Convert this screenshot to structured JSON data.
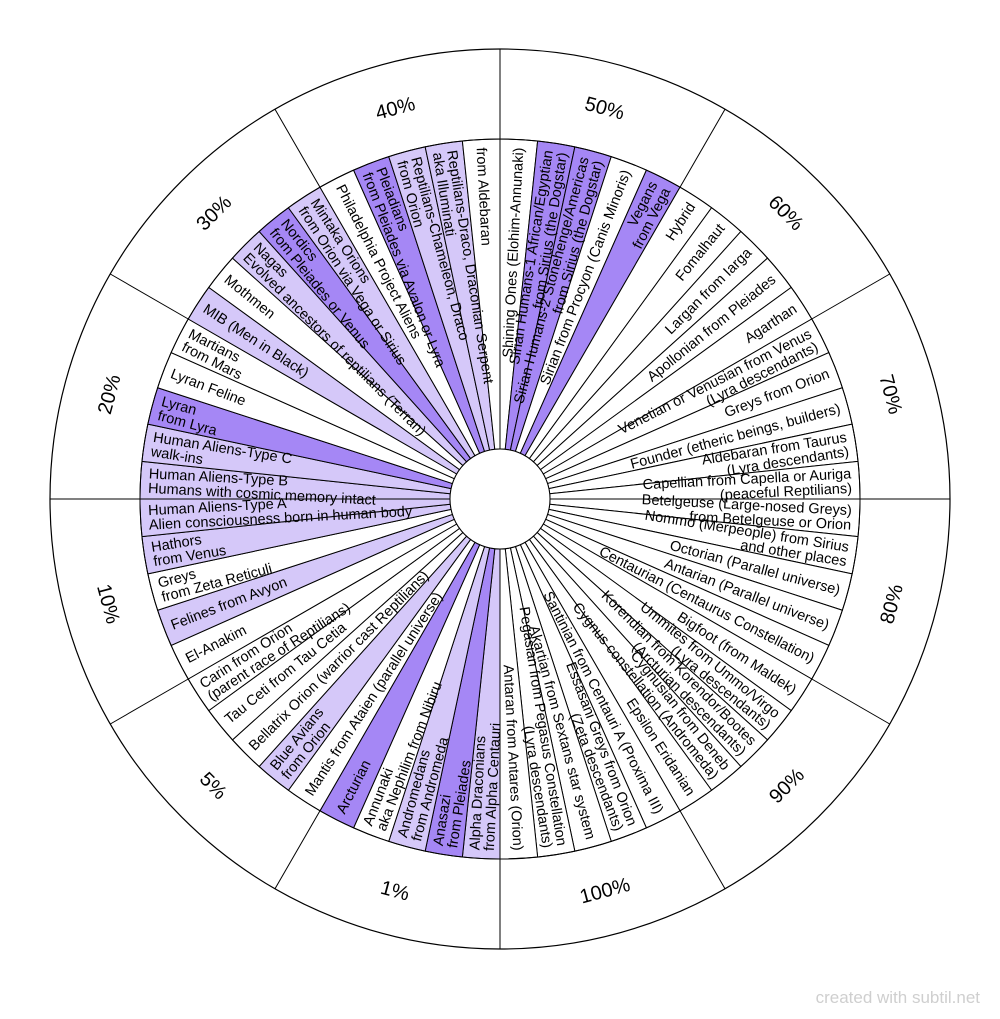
{
  "credit": "created with subtil.net",
  "colors": {
    "strong": "#a587f5",
    "light": "#d5c8f9",
    "none": "#ffffff",
    "stroke": "#000000"
  },
  "percent_labels": [
    "1%",
    "5%",
    "10%",
    "20%",
    "30%",
    "40%",
    "50%",
    "60%",
    "70%",
    "80%",
    "90%",
    "100%"
  ],
  "segments": [
    {
      "lines": [
        "Shining Ones (Elohim-Annunaki)"
      ],
      "fill": "none"
    },
    {
      "lines": [
        "Sirian Humans-1 African/Egyptian",
        "from Sirius (the Dogstar)"
      ],
      "fill": "strong"
    },
    {
      "lines": [
        "Sirian Humans-2 Stonehenge/Americas",
        "from Sirius (the Dogstar)"
      ],
      "fill": "strong"
    },
    {
      "lines": [
        "Sirian from Procyon (Canis Minoris)"
      ],
      "fill": "none"
    },
    {
      "lines": [
        "Vegans",
        "from Vega"
      ],
      "fill": "strong"
    },
    {
      "lines": [
        "Hybrid"
      ],
      "fill": "none"
    },
    {
      "lines": [
        "Fomalhaut"
      ],
      "fill": "none"
    },
    {
      "lines": [
        "Largan from Iarga"
      ],
      "fill": "none"
    },
    {
      "lines": [
        "Apollonian from Pleiades"
      ],
      "fill": "none"
    },
    {
      "lines": [
        "Agarthan"
      ],
      "fill": "none"
    },
    {
      "lines": [
        "Venetian or Venusian from Venus",
        "(Lyra descendants)"
      ],
      "fill": "none"
    },
    {
      "lines": [
        "Greys from Orion"
      ],
      "fill": "none"
    },
    {
      "lines": [
        "Founder (etheric beings, builders)"
      ],
      "fill": "none"
    },
    {
      "lines": [
        "Aldebaran from Taurus",
        "(Lyra descendants)"
      ],
      "fill": "none"
    },
    {
      "lines": [
        "Capellian from Capella or Auriga",
        "(peaceful Reptilians)"
      ],
      "fill": "none"
    },
    {
      "lines": [
        "Betelgeuse (Large-nosed Greys)",
        "from Betelgeuse or Orion"
      ],
      "fill": "none"
    },
    {
      "lines": [
        "Nommo (Merpeople) from Sirius",
        "and other places"
      ],
      "fill": "none"
    },
    {
      "lines": [
        "Octorian (Parallel universe)"
      ],
      "fill": "none"
    },
    {
      "lines": [
        "Antarian (Parallel universe)"
      ],
      "fill": "none"
    },
    {
      "lines": [
        "Centaurian (Centaurus Constellation)"
      ],
      "fill": "none"
    },
    {
      "lines": [
        "Bigfoot (from Maldek)"
      ],
      "fill": "none"
    },
    {
      "lines": [
        "Ummites from Ummo/Virgo",
        "(Lyra descendants)"
      ],
      "fill": "none"
    },
    {
      "lines": [
        "Korendian from Korendor/Bootes",
        "(Arcturian descendants)"
      ],
      "fill": "none"
    },
    {
      "lines": [
        "Cygnusian from Deneb",
        "Cygnus constellation (Andromeda)"
      ],
      "fill": "none"
    },
    {
      "lines": [
        "Epsilon Eridanian"
      ],
      "fill": "none"
    },
    {
      "lines": [
        "Santinian from Centauri A (Proxima III)"
      ],
      "fill": "none"
    },
    {
      "lines": [
        "Essasani Greys from Orion",
        "(Zeta descendants)"
      ],
      "fill": "none"
    },
    {
      "lines": [
        "Akartian from Sextans star system"
      ],
      "fill": "none"
    },
    {
      "lines": [
        "Pegasian from Pegasus Constellation",
        "(Lyra descendants)"
      ],
      "fill": "none"
    },
    {
      "lines": [
        "Antaran from Antares (Orion)"
      ],
      "fill": "none"
    },
    {
      "lines": [
        "Alpha Draconians",
        "from Alpha Centauri"
      ],
      "fill": "light"
    },
    {
      "lines": [
        "Anasazi",
        "from Pleiades"
      ],
      "fill": "strong"
    },
    {
      "lines": [
        "Andromedans",
        "from Andromeda"
      ],
      "fill": "light"
    },
    {
      "lines": [
        "Annunaki",
        "aka Nephilim from Nibiru"
      ],
      "fill": "none"
    },
    {
      "lines": [
        "Arcturian"
      ],
      "fill": "strong"
    },
    {
      "lines": [
        "Mantis from Ataien (parallel universe)"
      ],
      "fill": "none"
    },
    {
      "lines": [
        "Blue Avians",
        "from Orion"
      ],
      "fill": "light"
    },
    {
      "lines": [
        "Bellatrix Orion (warrior cast Reptilians)"
      ],
      "fill": "none"
    },
    {
      "lines": [
        "Tau Ceti from Tau Cetia"
      ],
      "fill": "none"
    },
    {
      "lines": [
        "Carin from Orion",
        "(parent race of Reptilians)"
      ],
      "fill": "none"
    },
    {
      "lines": [
        "El-Anakim"
      ],
      "fill": "none"
    },
    {
      "lines": [
        "Felines from Avyon"
      ],
      "fill": "light"
    },
    {
      "lines": [
        "Greys",
        "from Zeta Reticuli"
      ],
      "fill": "none"
    },
    {
      "lines": [
        "Hathors",
        "from Venus"
      ],
      "fill": "light"
    },
    {
      "lines": [
        "Human Aliens-Type A",
        "Alien consciousness born in human body"
      ],
      "fill": "light"
    },
    {
      "lines": [
        "Human Aliens-Type B",
        "Humans with cosmic memory intact"
      ],
      "fill": "light"
    },
    {
      "lines": [
        "Human Aliens-Type C",
        "walk-ins"
      ],
      "fill": "light"
    },
    {
      "lines": [
        "Lyran",
        "from Lyra"
      ],
      "fill": "strong"
    },
    {
      "lines": [
        "Lyran Feline"
      ],
      "fill": "none"
    },
    {
      "lines": [
        "Martians",
        "from Mars"
      ],
      "fill": "none"
    },
    {
      "lines": [
        "MIB (Men in Black)"
      ],
      "fill": "light"
    },
    {
      "lines": [
        "Mothmen"
      ],
      "fill": "none"
    },
    {
      "lines": [
        "Nagas",
        "Evolved ancestors of reptilians (Terran)"
      ],
      "fill": "light"
    },
    {
      "lines": [
        "Nordics",
        "from Pleiades or Venus"
      ],
      "fill": "strong"
    },
    {
      "lines": [
        "Mintaka Orions",
        "from Orion via Vega or Sirius"
      ],
      "fill": "light"
    },
    {
      "lines": [
        "Philadelphia Project Aliens"
      ],
      "fill": "none"
    },
    {
      "lines": [
        "Pleiadians",
        "from Pleiades via Avalon or Lyra"
      ],
      "fill": "strong"
    },
    {
      "lines": [
        "Reptilians-Chameleon, Draco",
        "from Orion"
      ],
      "fill": "light"
    },
    {
      "lines": [
        "Reptilians-Draco, Draconian Serpent",
        "aka Illuminati"
      ],
      "fill": "light"
    },
    {
      "lines": [
        "from Aldebaran"
      ],
      "fill": "none"
    }
  ]
}
